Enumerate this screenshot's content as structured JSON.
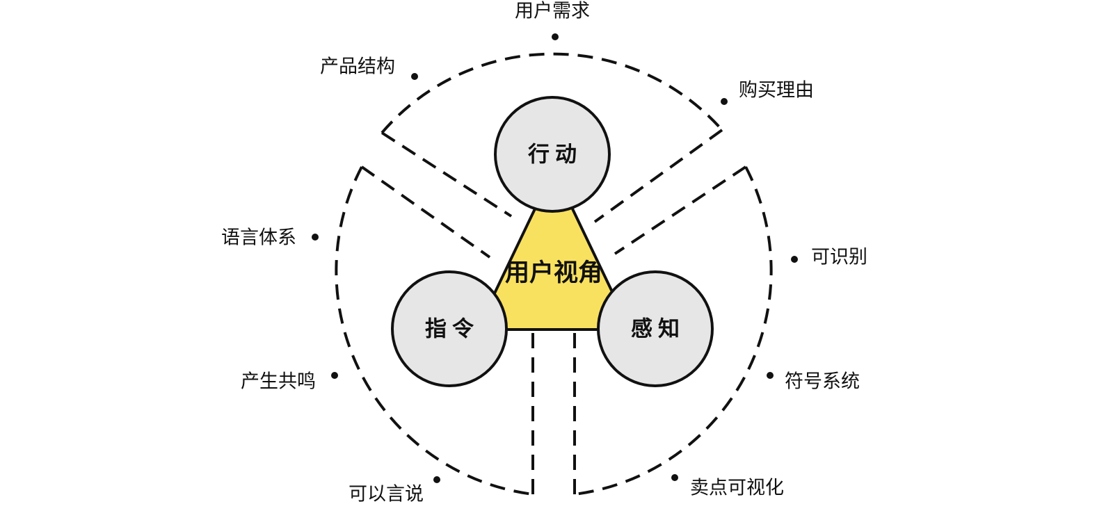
{
  "colors": {
    "center_fill": "#f9e160",
    "node_fill": "#e6e6e6",
    "stroke": "#111111"
  },
  "center": {
    "label": "用户视角"
  },
  "nodes": {
    "top": {
      "label": "行动"
    },
    "left": {
      "label": "指令"
    },
    "right": {
      "label": "感知"
    }
  },
  "labels": {
    "top": [
      "产品结构",
      "用户需求",
      "购买理由"
    ],
    "left": [
      "语言体系",
      "产生共鸣",
      "可以言说"
    ],
    "right": [
      "可识别",
      "符号系统",
      "卖点可视化"
    ]
  }
}
